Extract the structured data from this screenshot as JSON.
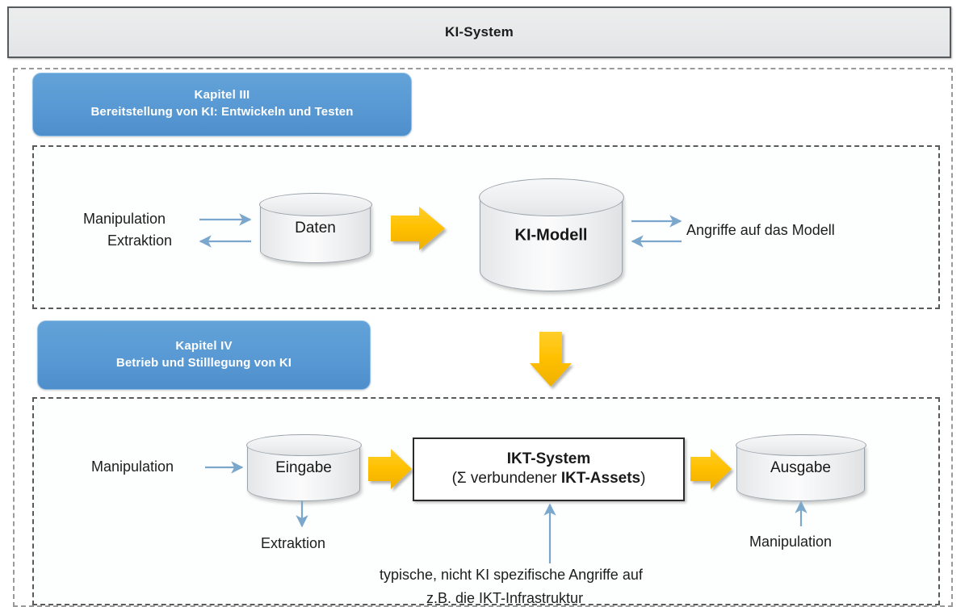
{
  "header": {
    "title": "KI-System"
  },
  "chapters": [
    {
      "id": "kapitel-3",
      "line1": "Kapitel III",
      "line2": "Bereitstellung von KI: Entwickeln und Testen"
    },
    {
      "id": "kapitel-4",
      "line1": "Kapitel IV",
      "line2": "Betrieb und Stilllegung von KI"
    }
  ],
  "top_panel": {
    "cylinders": [
      {
        "id": "daten",
        "label": "Daten"
      },
      {
        "id": "ki-modell",
        "label": "KI-Modell"
      }
    ],
    "labels": {
      "manipulation": "Manipulation",
      "extraktion": "Extraktion",
      "angriffe": "Angriffe auf das Modell"
    }
  },
  "bottom_panel": {
    "cylinders": [
      {
        "id": "eingabe",
        "label": "Eingabe"
      },
      {
        "id": "ausgabe",
        "label": "Ausgabe"
      }
    ],
    "ikt_box": {
      "line1": "IKT-System",
      "line2_prefix": "(Σ verbundener ",
      "line2_bold": "IKT-Assets",
      "line2_suffix": ")"
    },
    "labels": {
      "manipulation_input": "Manipulation",
      "extraktion": "Extraktion",
      "manipulation_output": "Manipulation",
      "note_line1": "typische, nicht KI spezifische Angriffe auf",
      "note_line2": "z.B. die IKT-Infrastruktur"
    }
  },
  "colors": {
    "chapter_pill": "#5B9BD5",
    "flow_arrow": "#FFC000",
    "thin_arrow": "#7BA7CC",
    "header_fill": "#E9EAEB",
    "header_border": "#575B5E",
    "dashed_border": "#5A5A5A"
  }
}
